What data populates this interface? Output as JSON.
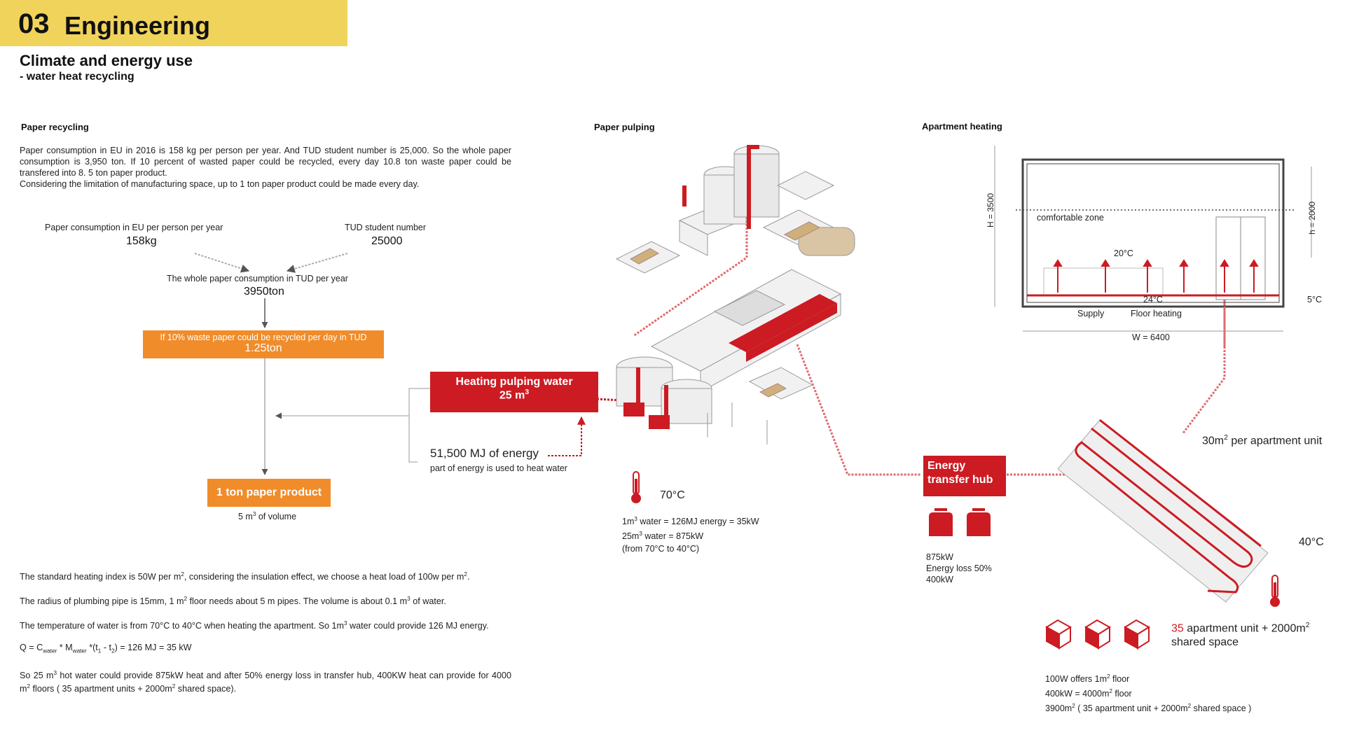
{
  "header": {
    "number": "03",
    "title": "Engineering"
  },
  "page": {
    "title": "Climate and energy use",
    "subtitle": "- water heat recycling"
  },
  "sections": {
    "recycling": "Paper recycling",
    "pulping": "Paper pulping",
    "apartment": "Apartment heating"
  },
  "recycling_intro": [
    "Paper consumption in EU in 2016 is 158 kg per person per year. And TUD student number is 25,000. So the whole paper consumption is 3,950 ton. If 10 percent of wasted paper could be recycled, every day 10.8 ton waste paper could be transfered into 8. 5 ton paper product.",
    "Considering the limitation of manufacturing space, up to 1 ton paper product could be made every day."
  ],
  "flow": {
    "consumption_label": "Paper consumption in EU per person per year",
    "consumption_value": "158kg",
    "students_label": "TUD student number",
    "students_value": "25000",
    "whole_label": "The whole paper consumption in TUD per year",
    "whole_value": "3950ton",
    "recycled_label": "If 10% waste paper could be recycled per day in TUD",
    "recycled_value": "1.25ton",
    "product_label": "1 ton paper product",
    "product_volume_pre": "5 m",
    "product_volume_sup": "3",
    "product_volume_post": " of volume"
  },
  "heating_box": {
    "line1": "Heating pulping water",
    "line2_pre": "25 m",
    "line2_sup": "3"
  },
  "energy": {
    "value": "51,500 MJ of energy",
    "note": "part of energy is used to heat water"
  },
  "notes": {
    "n1_a": "The standard heating index is 50W per m",
    "n1_b": "2",
    "n1_c": ", considering the insulation effect, we choose a heat load of 100w per m",
    "n1_d": "2",
    "n1_e": ".",
    "n2_a": "The radius of plumbing pipe is 15mm, 1 m",
    "n2_b": "2",
    "n2_c": " floor needs about 5 m pipes. The volume is about 0.1 m",
    "n2_d": "3",
    "n2_e": " of water.",
    "n3_a": "The temperature of water is from 70°C to 40°C when heating the apartment. So 1m",
    "n3_b": "3",
    "n3_c": " water could provide 126 MJ energy.",
    "n4_a": "Q = C",
    "n4_b": "water",
    "n4_c": " * M",
    "n4_d": "water",
    "n4_e": " *(t",
    "n4_f": "1",
    "n4_g": " - t",
    "n4_h": "2",
    "n4_i": ") = 126 MJ = 35 kW",
    "n5_a": "So 25 m",
    "n5_b": "3",
    "n5_c": " hot water could provide 875kW heat and after 50% energy loss in transfer hub, 400KW heat can provide for 4000 m",
    "n5_d": "2",
    "n5_e": " floors ( 35 apartment units + 2000m",
    "n5_f": "2",
    "n5_g": " shared space)."
  },
  "pulping": {
    "temp": "70°C",
    "l1_a": "1m",
    "l1_b": "3",
    "l1_c": " water = 126MJ energy = 35kW",
    "l2_a": "25m",
    "l2_b": "3",
    "l2_c": " water = 875kW",
    "l3": "(from 70°C to 40°C)"
  },
  "hub": {
    "line1": "Energy",
    "line2": "transfer hub",
    "v1": "875kW",
    "v2": "Energy loss 50%",
    "v3": "400kW"
  },
  "apartment": {
    "comfort": "comfortable zone",
    "t20": "20°C",
    "t24": "24°C",
    "t5": "5°C",
    "supply": "Supply",
    "floor": "Floor heating",
    "width": "W = 6400",
    "height": "H = 3500",
    "h": "h = 2000",
    "per_unit_a": "30m",
    "per_unit_b": "2",
    "per_unit_c": " per apartment unit",
    "t40": "40°C",
    "count_num": "35",
    "count_rest": " apartment unit + 2000m",
    "count_sup": "2",
    "shared": "shared space",
    "f1_a": "100W offers 1m",
    "f1_b": "2",
    "f1_c": " floor",
    "f2_a": "400kW = 4000m",
    "f2_b": "2",
    "f2_c": " floor",
    "f3_a": "3900m",
    "f3_b": "2",
    "f3_c": " ( 35 apartment unit + 2000m",
    "f3_d": "2",
    "f3_e": " shared space )"
  },
  "colors": {
    "accent_yellow": "#f0d35b",
    "orange": "#f08c2a",
    "red": "#cc1b22"
  }
}
